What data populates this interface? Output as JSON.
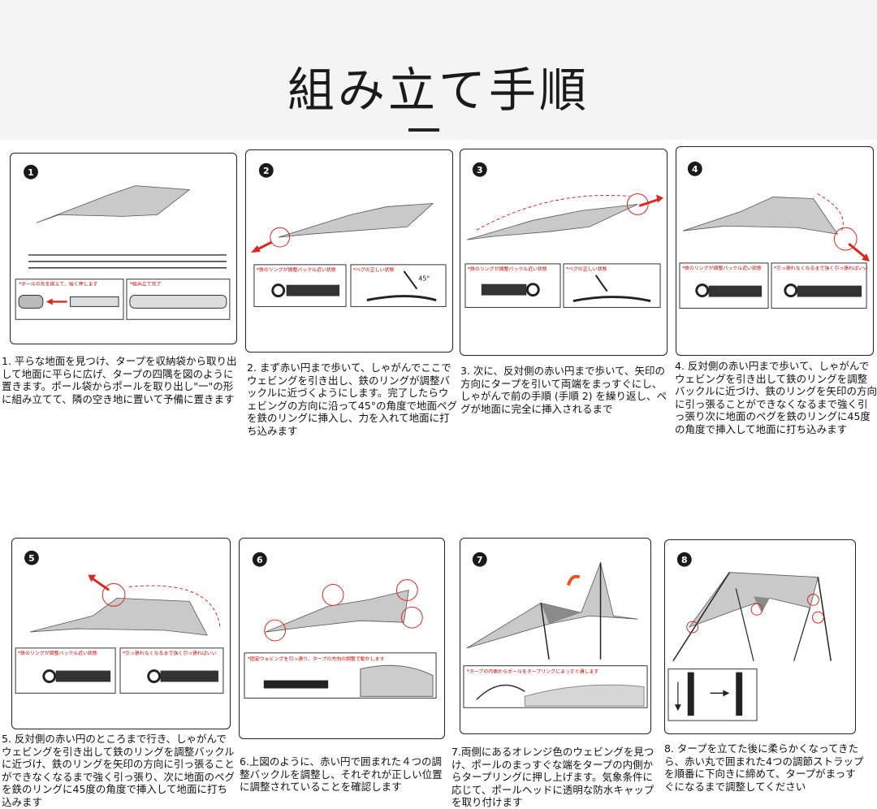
{
  "title": "組み立て手順",
  "steps": [
    {
      "num": "1",
      "caption": "1. 平らな地面を見つけ、タープを収納袋から取り出して地面に平らに広げ、タープの四隅を図のように置きます。ポール袋からポールを取り出し\"一\"の形に組み立てて、隣の空き地に置いて予備に置きます",
      "labels": [
        "*ポールの先を揃えて、強く押します",
        "*組み立て完了"
      ]
    },
    {
      "num": "2",
      "caption": "2. まず赤い円まで歩いて、しゃがんでここでウェビングを引き出し、鉄のリングが調整バックルに近づくようにします。完了したらウェビングの方向に沿って45°の角度で地面ペグを鉄のリングに挿入し、力を入れて地面に打ち込みます",
      "labels": [
        "*鉄のリングが調整バックル近い状態",
        "*ペグの正しい状態"
      ],
      "angle": "45°"
    },
    {
      "num": "3",
      "caption": "3. 次に、反対側の赤い円まで歩いて、矢印の方向にタープを引いて両端をまっすぐにし、しゃがんで前の手順 (手順 2) を繰り返し、ペグが地面に完全に挿入されるまで",
      "labels": [
        "*鉄のリングが調整バックル近い状態",
        "*ペグの正しい状態"
      ]
    },
    {
      "num": "4",
      "caption": "4. 反対側の赤い円まで歩いて、しゃがんでウェビングを引き出して鉄のリングを調整バックルに近づけ、鉄のリングを矢印の方向に引っ張ることができなくなるまで強く引っ張り次に地面のペグを鉄のリングに45度の角度で挿入して地面に打ち込みます",
      "labels": [
        "*鉄のリングが調整バックル近い状態",
        "*引っ張れなくなるまで強く引っ張ればいい"
      ]
    },
    {
      "num": "5",
      "caption": "5. 反対側の赤い円のところまで行き、しゃがんでウェビングを引き出して鉄のリングを調整バックルに近づけ、鉄のリングを矢印の方向に引っ張ることができなくなるまで強く引っ張り、次に地面のペグを鉄のリングに45度の角度で挿入して地面に打ち込みます",
      "labels": [
        "*鉄のリングが調整バックル近い状態",
        "*引っ張れなくなるまで強く引っ張ればいい"
      ]
    },
    {
      "num": "6",
      "caption": "6.上図のように、赤い円で囲まれた４つの調整バックルを調整し、それぞれが正しい位置に調整されていることを確認します",
      "labels": [
        "*固定ウェビングを引っ張り、タープの方向の調整で動かします"
      ]
    },
    {
      "num": "7",
      "caption": "7.両側にあるオレンジ色のウェビングを見つけ、ポールのまっすぐな端をタープの内側からタープリングに押し上げます。気象条件に応じて、ポールヘッドに透明な防水キャップを取り付けます",
      "labels": [
        "*タープの内側からポールをタープリングにまっすぐ通します"
      ]
    },
    {
      "num": "8",
      "caption": "8. タープを立てた後に柔らかくなってきたら、赤い丸で囲まれた4つの調節ストラップを順番に下向きに締めて、タープがまっすぐになるまで調整してください",
      "labels": []
    }
  ],
  "colors": {
    "accent": "#d8281f",
    "ink": "#1a1a1a",
    "tarp": "#c9c9c9",
    "header_bg": "#f4f4f4"
  }
}
